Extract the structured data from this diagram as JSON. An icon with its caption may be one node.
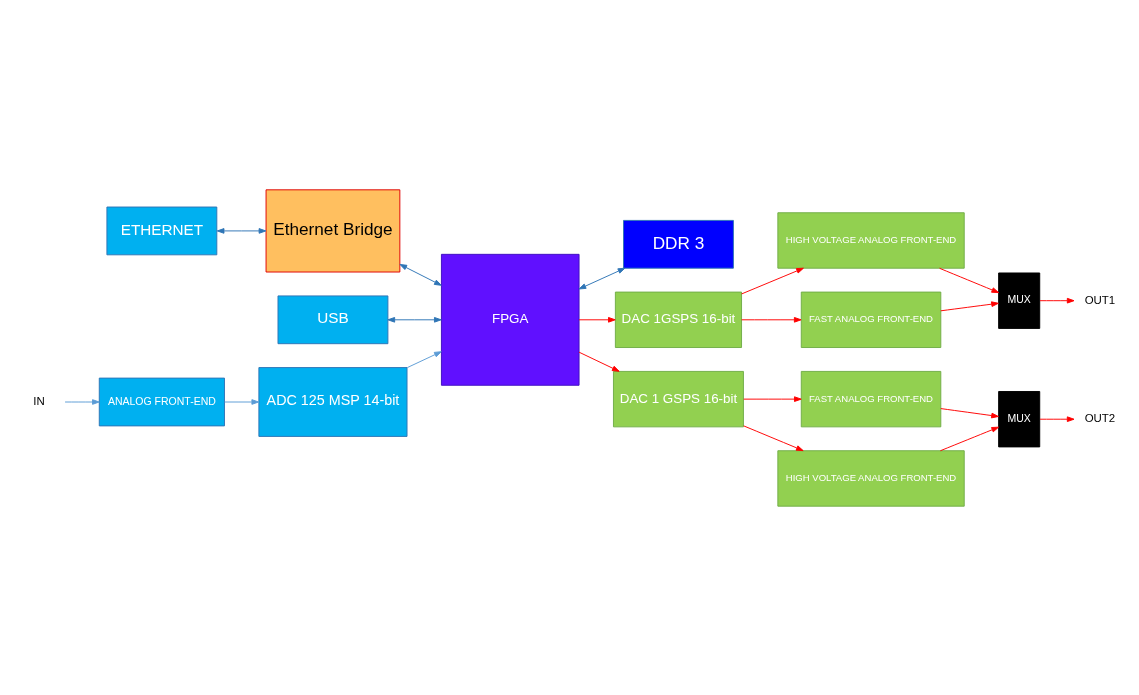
{
  "diagram": {
    "nodes": [
      {
        "text": [
          "ETHERNET"
        ]
      },
      {
        "text": [
          "Ethernet Bridge"
        ]
      },
      {
        "text": [
          "USB"
        ]
      },
      {
        "text": [
          "FPGA"
        ]
      },
      {
        "text": [
          "DDR 3"
        ]
      },
      {
        "text": [
          "DAC 1GSPS 16-bit"
        ]
      },
      {
        "text": [
          "HIGH VOLTAGE ANALOG FRONT-END"
        ]
      },
      {
        "text": [
          "FAST ANALOG FRONT-END"
        ]
      },
      {
        "text": [
          "MUX"
        ]
      },
      {
        "text": [
          "OUT1"
        ]
      },
      {
        "text": [
          "ADC 125 MSP 14-bit"
        ]
      },
      {
        "text": [
          "ANALOG FRONT-END"
        ]
      },
      {
        "text": [
          "IN"
        ]
      },
      {
        "text": [
          "DAC 1 GSPS 16-bit"
        ]
      },
      {
        "text": [
          "FAST ANALOG FRONT-END"
        ]
      },
      {
        "text": [
          "HIGH VOLTAGE ANALOG FRONT-END"
        ]
      },
      {
        "text": [
          "MUX"
        ]
      },
      {
        "text": [
          "OUT2"
        ]
      }
    ],
    "edges": [
      {
        "from": 0,
        "to": 1,
        "arrow": "both",
        "color": "#2e75b6"
      },
      {
        "from": 1,
        "to": 3,
        "arrow": "both",
        "color": "#2e75b6"
      },
      {
        "from": 2,
        "to": 3,
        "arrow": "both",
        "color": "#2e75b6"
      },
      {
        "from": 3,
        "to": 4,
        "arrow": "both",
        "color": "#2e75b6"
      },
      {
        "from": 3,
        "to": 5,
        "arrow": "to"
      },
      {
        "from": 5,
        "to": 6,
        "arrow": "to"
      },
      {
        "from": 5,
        "to": 7,
        "arrow": "to"
      },
      {
        "from": 6,
        "to": 8,
        "arrow": "to"
      },
      {
        "from": 7,
        "to": 8,
        "arrow": "to"
      },
      {
        "from": 8,
        "to": 9,
        "arrow": "to"
      },
      {
        "from": 12,
        "to": 11,
        "arrow": "to",
        "color": "#5b9bd5"
      },
      {
        "from": 11,
        "to": 10,
        "arrow": "to",
        "color": "#5b9bd5"
      },
      {
        "from": 10,
        "to": 3,
        "arrow": "to",
        "color": "#5b9bd5"
      },
      {
        "from": 3,
        "to": 13,
        "arrow": "to"
      },
      {
        "from": 13,
        "to": 14,
        "arrow": "to"
      },
      {
        "from": 13,
        "to": 15,
        "arrow": "to"
      },
      {
        "from": 14,
        "to": 16,
        "arrow": "to"
      },
      {
        "from": 15,
        "to": 16,
        "arrow": "to"
      },
      {
        "from": 16,
        "to": 17,
        "arrow": "to"
      }
    ]
  }
}
